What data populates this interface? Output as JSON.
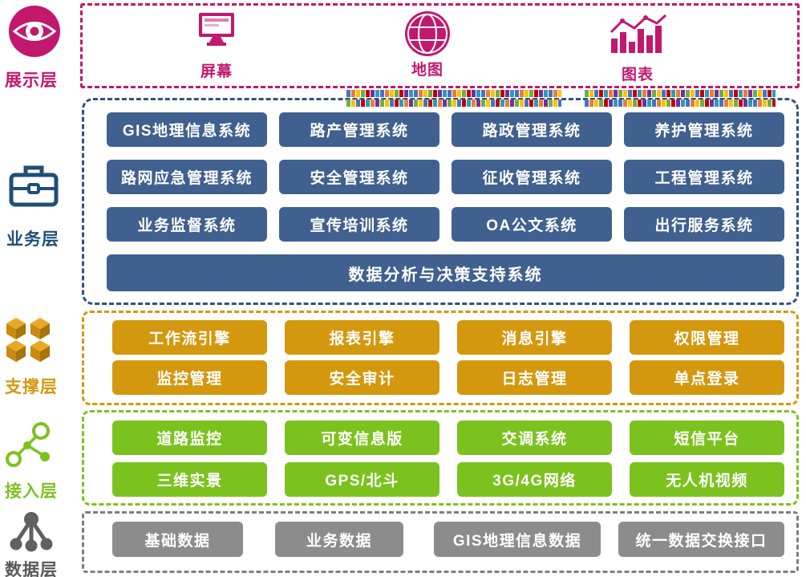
{
  "layers": {
    "presentation": {
      "label": "展示层",
      "accent": "#C2186E",
      "items": [
        {
          "label": "屏幕",
          "icon": "screen-icon"
        },
        {
          "label": "地图",
          "icon": "globe-icon"
        },
        {
          "label": "图表",
          "icon": "bar-chart-icon"
        }
      ]
    },
    "business": {
      "label": "业务层",
      "accent": "#1F4E79",
      "box_color": "#40618F",
      "rows": [
        [
          "GIS地理信息系统",
          "路产管理系统",
          "路政管理系统",
          "养护管理系统"
        ],
        [
          "路网应急管理系统",
          "安全管理系统",
          "征收管理系统",
          "工程管理系统"
        ],
        [
          "业务监督系统",
          "宣传培训系统",
          "OA公文系统",
          "出行服务系统"
        ]
      ],
      "full_row": "数据分析与决策支持系统"
    },
    "support": {
      "label": "支撑层",
      "accent": "#D4980E",
      "box_color": "#D4980E",
      "rows": [
        [
          "工作流引擎",
          "报表引擎",
          "消息引擎",
          "权限管理"
        ],
        [
          "监控管理",
          "安全审计",
          "日志管理",
          "单点登录"
        ]
      ]
    },
    "access": {
      "label": "接入层",
      "accent": "#7CC21E",
      "box_color": "#7CC21E",
      "rows": [
        [
          "道路监控",
          "可变信息版",
          "交调系统",
          "短信平台"
        ],
        [
          "三维实景",
          "GPS/北斗",
          "3G/4G网络",
          "无人机视频"
        ]
      ]
    },
    "data": {
      "label": "数据层",
      "accent": "#595959",
      "box_color": "#8C8C8C",
      "rows": [
        [
          "基础数据",
          "业务数据",
          "GIS地理信息数据",
          "统一数据交换接口"
        ]
      ]
    }
  }
}
